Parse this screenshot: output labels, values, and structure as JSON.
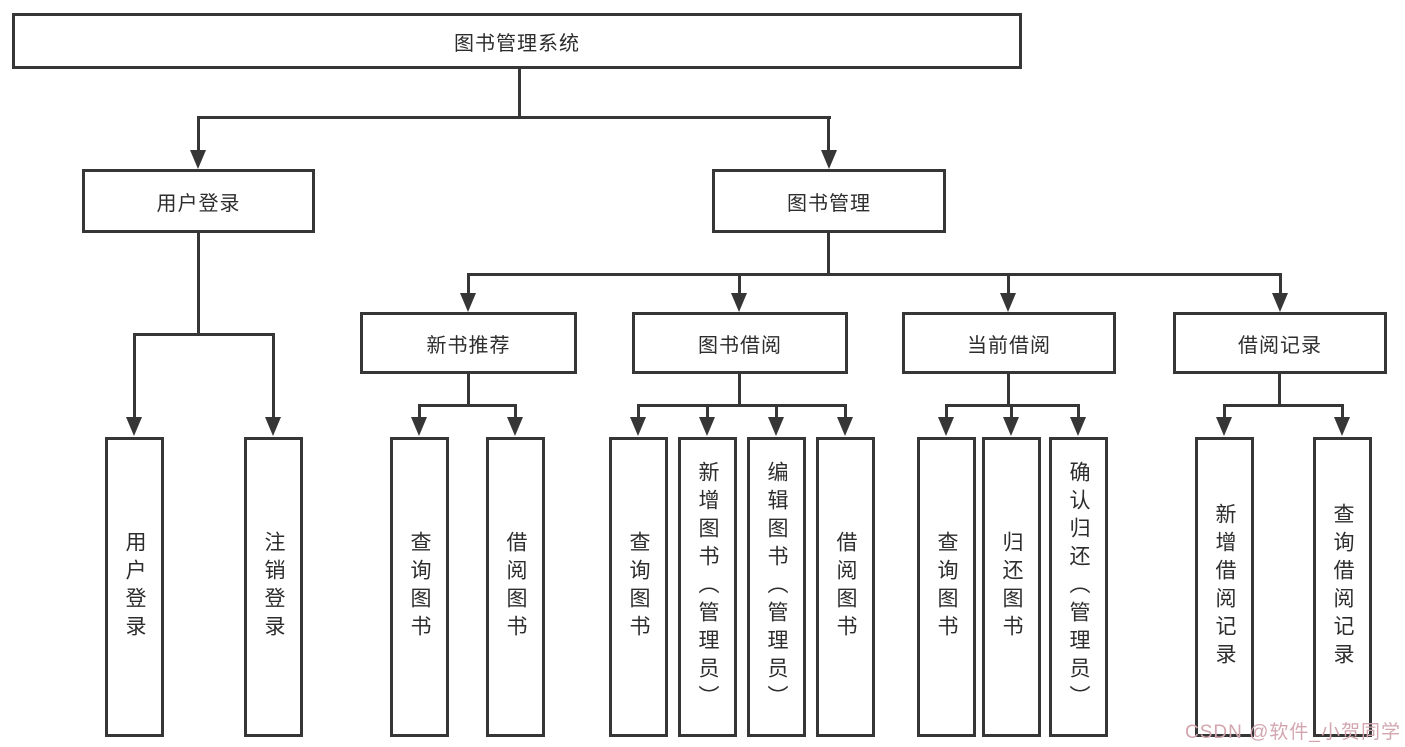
{
  "diagram": {
    "title_node": {
      "label": "图书管理系统"
    },
    "level2": [
      {
        "label": "用户登录"
      },
      {
        "label": "图书管理"
      }
    ],
    "level3": [
      {
        "label": "新书推荐",
        "parent": "图书管理"
      },
      {
        "label": "图书借阅",
        "parent": "图书管理"
      },
      {
        "label": "当前借阅",
        "parent": "图书管理"
      },
      {
        "label": "借阅记录",
        "parent": "图书管理"
      }
    ],
    "leaves": [
      {
        "label": "用户登录",
        "parent": "用户登录"
      },
      {
        "label": "注销登录",
        "parent": "用户登录"
      },
      {
        "label": "查询图书",
        "parent": "新书推荐"
      },
      {
        "label": "借阅图书",
        "parent": "新书推荐"
      },
      {
        "label": "查询图书",
        "parent": "图书借阅"
      },
      {
        "label": "新增图书（管理员）",
        "parent": "图书借阅"
      },
      {
        "label": "编辑图书（管理员）",
        "parent": "图书借阅"
      },
      {
        "label": "借阅图书",
        "parent": "图书借阅"
      },
      {
        "label": "查询图书",
        "parent": "当前借阅"
      },
      {
        "label": "归还图书",
        "parent": "当前借阅"
      },
      {
        "label": "确认归还（管理员）",
        "parent": "当前借阅"
      },
      {
        "label": "新增借阅记录",
        "parent": "借阅记录"
      },
      {
        "label": "查询借阅记录",
        "parent": "借阅记录"
      }
    ],
    "colors": {
      "line": "#363636",
      "box_border": "#363636",
      "text": "#2d2d2d",
      "background": "#ffffff",
      "watermark": "#d2a6af"
    },
    "watermark": {
      "text": "CSDN @软件_小贺同学"
    }
  }
}
